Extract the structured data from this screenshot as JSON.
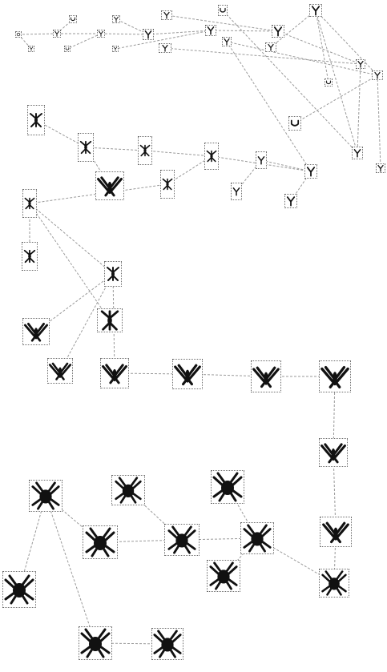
{
  "diagram": {
    "description_colors": {
      "edge": "#9a9a9a",
      "glyph": "#111111",
      "node_border": "#6d6d6d"
    },
    "nodes": [
      {
        "id": "n0",
        "icon": "tiny-circle-icon"
      },
      {
        "id": "n1",
        "icon": "tiny-y-icon"
      },
      {
        "id": "n2",
        "icon": "tiny-y-icon"
      },
      {
        "id": "n3",
        "icon": "tiny-y-icon"
      },
      {
        "id": "n4",
        "icon": "tiny-y-icon"
      },
      {
        "id": "n5",
        "icon": "tiny-y-icon"
      },
      {
        "id": "n6",
        "icon": "tiny-y-icon"
      },
      {
        "id": "n7",
        "icon": "tiny-y-icon"
      },
      {
        "id": "n8",
        "icon": "small-y-icon"
      },
      {
        "id": "n9",
        "icon": "small-cup-icon"
      },
      {
        "id": "n10",
        "icon": "small-cup-icon"
      },
      {
        "id": "n11",
        "icon": "small-y-icon"
      },
      {
        "id": "n12",
        "icon": "small-y-icon"
      },
      {
        "id": "n13",
        "icon": "small-y-icon"
      },
      {
        "id": "n14",
        "icon": "small-y-icon"
      },
      {
        "id": "n15",
        "icon": "small-cup-icon"
      },
      {
        "id": "n16",
        "icon": "small-y-icon"
      },
      {
        "id": "n17",
        "icon": "small-y-icon"
      },
      {
        "id": "n18",
        "icon": "small-cup-icon"
      },
      {
        "id": "n19",
        "icon": "small-y-icon"
      },
      {
        "id": "n20",
        "icon": "small-y-icon"
      },
      {
        "id": "n21",
        "icon": "small-y-icon"
      },
      {
        "id": "n22",
        "icon": "small-cup-icon"
      },
      {
        "id": "n23",
        "icon": "medium-y-icon"
      },
      {
        "id": "n24",
        "icon": "medium-y-icon"
      },
      {
        "id": "n25",
        "icon": "medium-y-icon"
      },
      {
        "id": "n26",
        "icon": "medium-y-icon"
      },
      {
        "id": "n27",
        "icon": "medium-insect-icon"
      },
      {
        "id": "n28",
        "icon": "medium-insect-icon"
      },
      {
        "id": "n29",
        "icon": "medium-insect-icon"
      },
      {
        "id": "n30",
        "icon": "medium-insect-icon"
      },
      {
        "id": "n31",
        "icon": "medium-insect-icon"
      },
      {
        "id": "n32",
        "icon": "large-wing-icon"
      },
      {
        "id": "n33",
        "icon": "medium-insect-icon"
      },
      {
        "id": "n34",
        "icon": "medium-insect-icon"
      },
      {
        "id": "n35",
        "icon": "medium-insect-icon"
      },
      {
        "id": "n36",
        "icon": "medium-insect-icon"
      },
      {
        "id": "n37",
        "icon": "large-wing-icon"
      },
      {
        "id": "n38",
        "icon": "large-wing-icon"
      },
      {
        "id": "n39",
        "icon": "large-wing-icon"
      },
      {
        "id": "n40",
        "icon": "large-wing-icon"
      },
      {
        "id": "n41",
        "icon": "large-wing-icon"
      },
      {
        "id": "n42",
        "icon": "large-wing-icon"
      },
      {
        "id": "n43",
        "icon": "large-wing-icon"
      },
      {
        "id": "n44",
        "icon": "large-wing-icon"
      },
      {
        "id": "n45",
        "icon": "large-spider-icon"
      },
      {
        "id": "n46",
        "icon": "large-spider-icon"
      },
      {
        "id": "n47",
        "icon": "large-spider-icon"
      },
      {
        "id": "n48",
        "icon": "large-spider-icon"
      },
      {
        "id": "n49",
        "icon": "large-spider-icon"
      },
      {
        "id": "n50",
        "icon": "large-spider-icon"
      },
      {
        "id": "n51",
        "icon": "large-spider-icon"
      },
      {
        "id": "n52",
        "icon": "large-spider-icon"
      },
      {
        "id": "n53",
        "icon": "large-spider-icon"
      },
      {
        "id": "n54",
        "icon": "large-spider-icon"
      },
      {
        "id": "n55",
        "icon": "large-spider-icon"
      },
      {
        "id": "n56",
        "icon": "large-spider-icon"
      }
    ],
    "edges": [
      [
        "n0",
        "n1"
      ],
      [
        "n1",
        "n2"
      ],
      [
        "n2",
        "n3"
      ],
      [
        "n3",
        "n4"
      ],
      [
        "n4",
        "n5"
      ],
      [
        "n5",
        "n6"
      ],
      [
        "n6",
        "n7"
      ],
      [
        "n0",
        "n8"
      ],
      [
        "n1",
        "n9"
      ],
      [
        "n2",
        "n10"
      ],
      [
        "n3",
        "n11"
      ],
      [
        "n4",
        "n12"
      ],
      [
        "n5",
        "n13"
      ],
      [
        "n6",
        "n14"
      ],
      [
        "n7",
        "n15"
      ],
      [
        "n7",
        "n16"
      ],
      [
        "n16",
        "n17"
      ],
      [
        "n16",
        "n18"
      ],
      [
        "n16",
        "n19"
      ],
      [
        "n19",
        "n20"
      ],
      [
        "n19",
        "n21"
      ],
      [
        "n19",
        "n22"
      ],
      [
        "n20",
        "n23"
      ],
      [
        "n23",
        "n24"
      ],
      [
        "n23",
        "n25"
      ],
      [
        "n24",
        "n26"
      ],
      [
        "n23",
        "n27"
      ],
      [
        "n27",
        "n28"
      ],
      [
        "n27",
        "n29"
      ],
      [
        "n28",
        "n30"
      ],
      [
        "n30",
        "n31"
      ],
      [
        "n30",
        "n32"
      ],
      [
        "n29",
        "n33"
      ],
      [
        "n33",
        "n34"
      ],
      [
        "n33",
        "n35"
      ],
      [
        "n33",
        "n36"
      ],
      [
        "n35",
        "n37"
      ],
      [
        "n35",
        "n38"
      ],
      [
        "n35",
        "n39"
      ],
      [
        "n39",
        "n40"
      ],
      [
        "n40",
        "n41"
      ],
      [
        "n41",
        "n42"
      ],
      [
        "n42",
        "n43"
      ],
      [
        "n43",
        "n44"
      ],
      [
        "n44",
        "n45"
      ],
      [
        "n45",
        "n46"
      ],
      [
        "n46",
        "n47"
      ],
      [
        "n46",
        "n48"
      ],
      [
        "n46",
        "n49"
      ],
      [
        "n49",
        "n50"
      ],
      [
        "n49",
        "n51"
      ],
      [
        "n51",
        "n52"
      ],
      [
        "n52",
        "n53"
      ],
      [
        "n52",
        "n54"
      ],
      [
        "n54",
        "n55"
      ],
      [
        "n55",
        "n56"
      ]
    ]
  }
}
